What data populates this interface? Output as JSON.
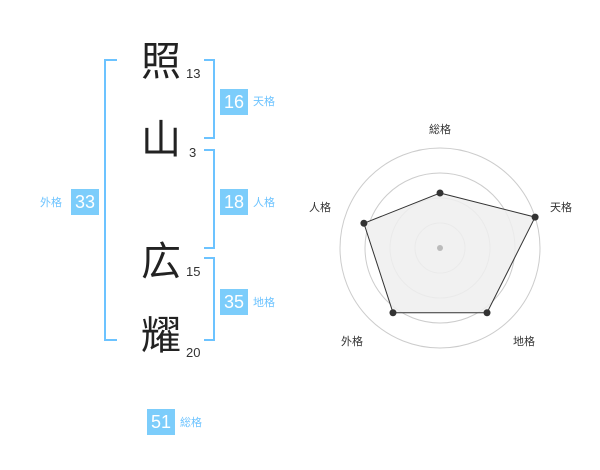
{
  "name": {
    "chars": [
      {
        "char": "照",
        "strokes": "13"
      },
      {
        "char": "山",
        "strokes": "3"
      },
      {
        "char": "広",
        "strokes": "15"
      },
      {
        "char": "耀",
        "strokes": "20"
      }
    ]
  },
  "scores": {
    "tenkaku": {
      "value": "16",
      "label": "天格"
    },
    "jinkaku": {
      "value": "18",
      "label": "人格"
    },
    "chikaku": {
      "value": "35",
      "label": "地格"
    },
    "gaikaku": {
      "value": "33",
      "label": "外格"
    },
    "soukaku": {
      "value": "51",
      "label": "総格"
    }
  },
  "radar": {
    "axes": [
      "総格",
      "天格",
      "地格",
      "外格",
      "人格"
    ],
    "values": [
      0.55,
      1.0,
      0.8,
      0.8,
      0.8
    ],
    "max": 1.0,
    "rings": 4
  },
  "colors": {
    "bracket": "#6cc3ff",
    "score_bg": "#7ccdfb",
    "label": "#6cc3ff",
    "kanji": "#222222",
    "radar_ring": "#cccccc",
    "radar_fill": "#eeeeee",
    "radar_line": "#333333"
  }
}
